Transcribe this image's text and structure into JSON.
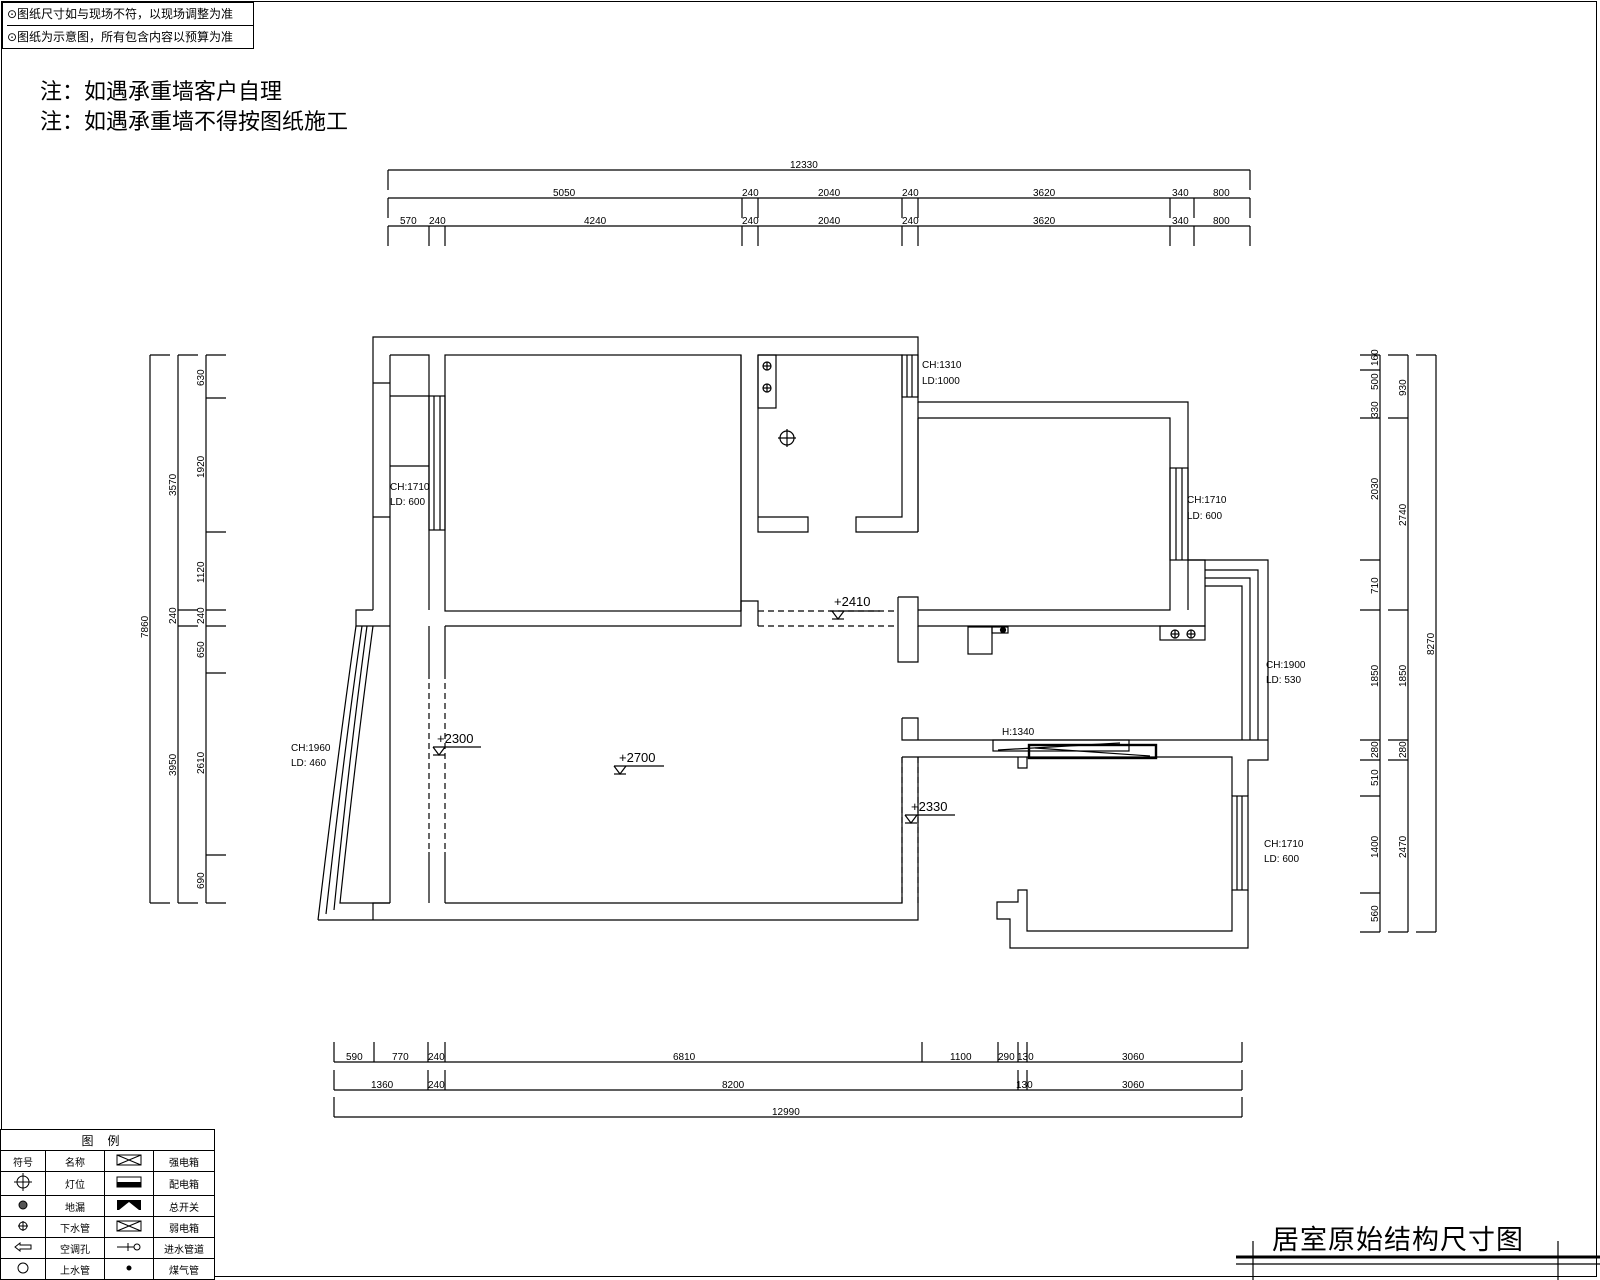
{
  "disclaimer": [
    "⊙图纸尺寸如与现场不符，以现场调整为准",
    "⊙图纸为示意图，所有包含内容以预算为准"
  ],
  "notes": [
    "注：如遇承重墙客户自理",
    "注：如遇承重墙不得按图纸施工"
  ],
  "dimensions": {
    "top_total": "12330",
    "top_row1": [
      "5050",
      "240",
      "2040",
      "240",
      "3620",
      "340",
      "800"
    ],
    "top_row2": [
      "570",
      "240",
      "4240",
      "240",
      "2040",
      "240",
      "3620",
      "340",
      "800"
    ],
    "left_total": "7860",
    "left_mid": [
      "3570",
      "240",
      "3950"
    ],
    "left_inner": [
      "630",
      "1920",
      "1120",
      "240",
      "650",
      "2610",
      "690"
    ],
    "right_total": "8270",
    "right_mid": [
      "930",
      "2740",
      "1850",
      "280",
      "2470"
    ],
    "right_inner": [
      "160",
      "500",
      "330",
      "2030",
      "710",
      "1850",
      "280",
      "510",
      "1400",
      "560"
    ],
    "bottom_row1": [
      "590",
      "770",
      "240",
      "6810",
      "1100",
      "290",
      "130",
      "3060"
    ],
    "bottom_row2": [
      "1360",
      "240",
      "8200",
      "130",
      "3060"
    ],
    "bottom_total": "12990"
  },
  "window_labels": {
    "w1": {
      "ch": "CH:1710",
      "ld": "LD: 600"
    },
    "w2": {
      "ch": "CH:1310",
      "ld": "LD:1000"
    },
    "w3": {
      "ch": "CH:1710",
      "ld": "LD: 600"
    },
    "w4": {
      "ch": "CH:1900",
      "ld": "LD: 530"
    },
    "w5": {
      "ch": "CH:1960",
      "ld": "LD:  460"
    },
    "w6": {
      "ch": "CH:1710",
      "ld": "LD: 600"
    },
    "h1": "H:1340"
  },
  "levels": {
    "l1": "+2410",
    "l2": "+2300",
    "l3": "+2700",
    "l4": "+2330"
  },
  "legend": {
    "title": "图例",
    "header": [
      "符号",
      "名称",
      "",
      "名称"
    ],
    "rows": [
      [
        "灯位",
        "配电箱"
      ],
      [
        "地漏",
        "总开关"
      ],
      [
        "下水管",
        "弱电箱"
      ],
      [
        "空调孔",
        "进水管道"
      ],
      [
        "上水管",
        "煤气管"
      ]
    ],
    "header_right": "强电箱"
  },
  "title": "居室原始结构尺寸图"
}
